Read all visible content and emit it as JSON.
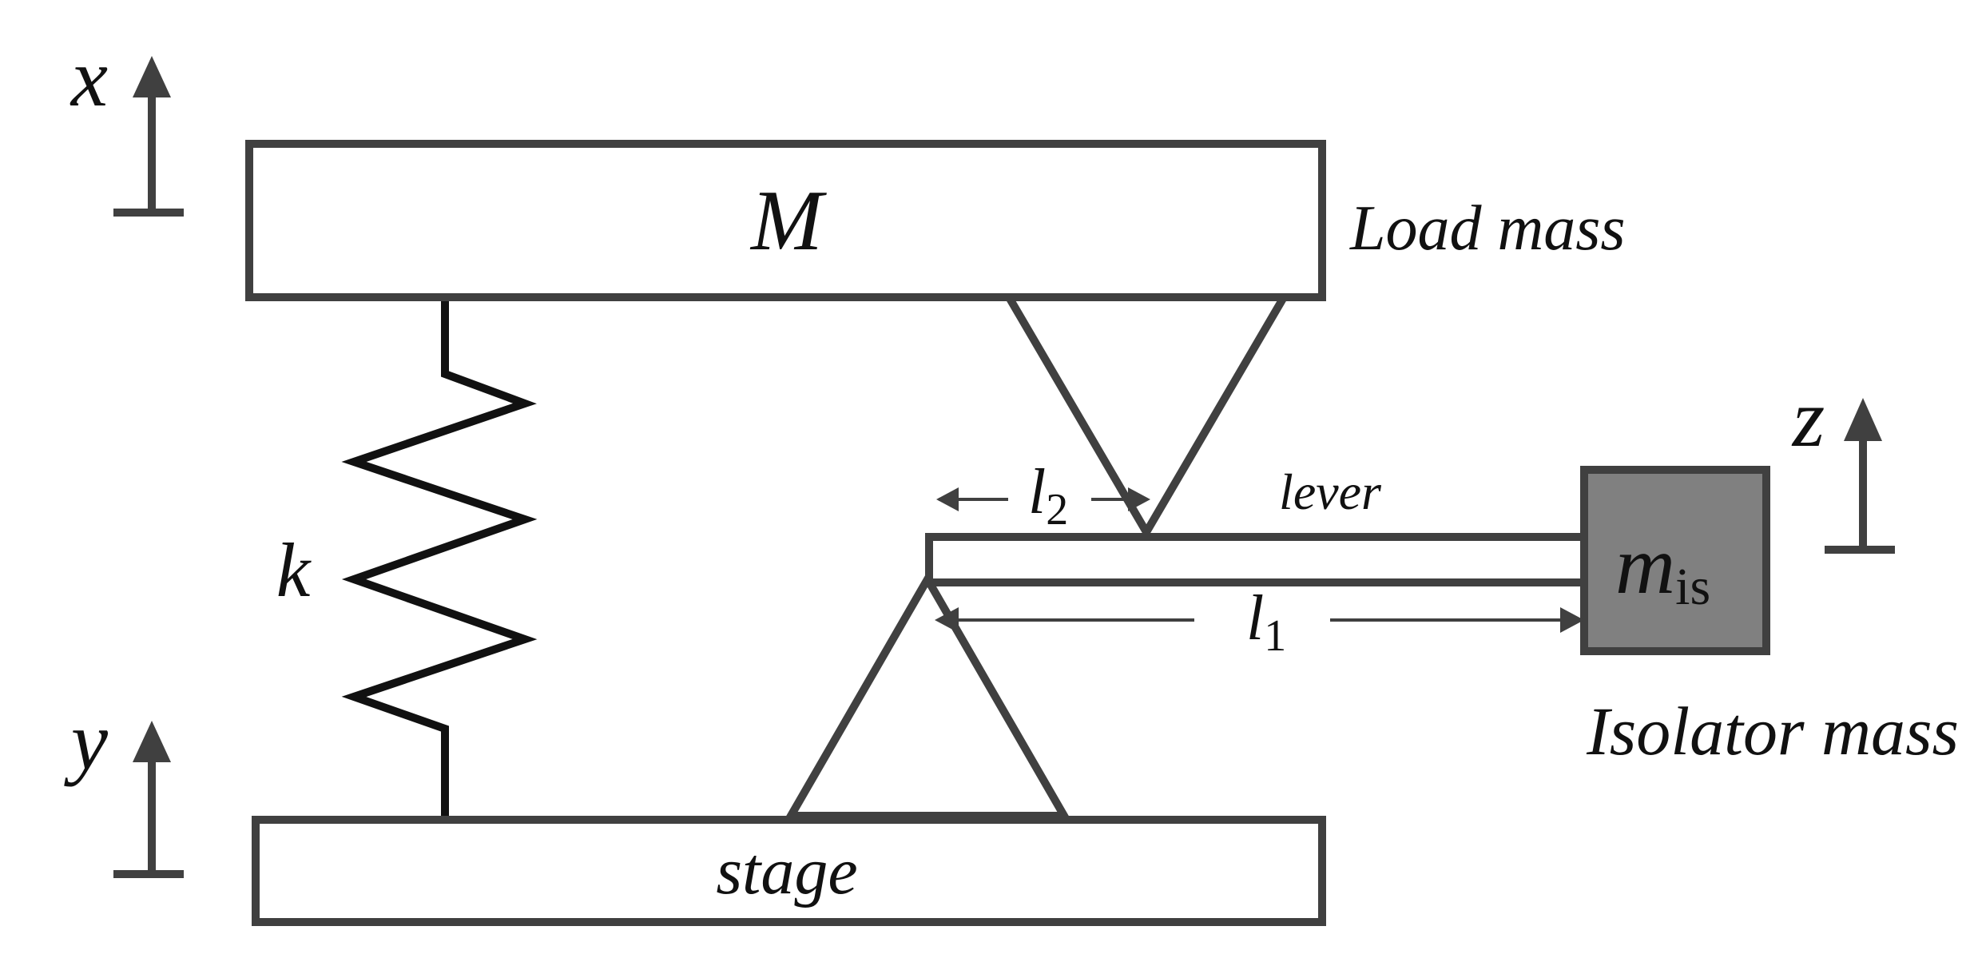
{
  "labels": {
    "load_mass_symbol": "M",
    "load_mass_caption": "Load mass",
    "spring_constant": "k",
    "stage": "stage",
    "lever": "lever",
    "isolator_mass_symbol": "m",
    "isolator_mass_subscript": "is",
    "isolator_mass_caption": "Isolator mass",
    "x_axis": "x",
    "y_axis": "y",
    "z_axis": "z",
    "l1_letter": "l",
    "l1_subscript": "1",
    "l2_letter": "l",
    "l2_subscript": "2"
  },
  "colors": {
    "stroke": "#404040",
    "isolator_fill": "#808080",
    "background": "#ffffff"
  }
}
